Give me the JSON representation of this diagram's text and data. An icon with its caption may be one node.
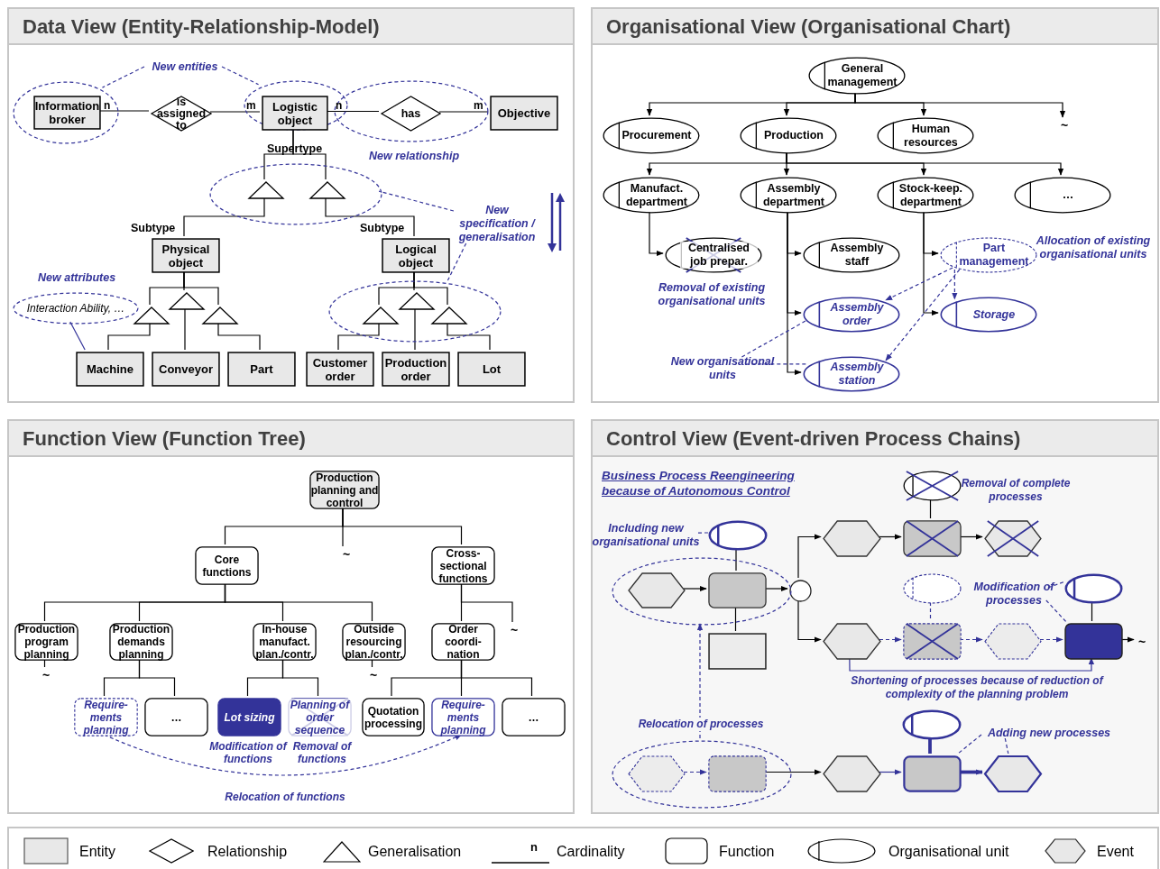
{
  "diagram": {
    "nodes": [
      {
        "text": [
          "Data View (Entity-Relationship-Model)"
        ]
      },
      {
        "text": [
          "Organisational View (Organisational Chart)"
        ]
      },
      {
        "text": [
          "Function View (Function Tree)"
        ]
      },
      {
        "text": [
          "Control View (Event-driven Process Chains)"
        ]
      },
      {
        "text": [
          "Information broker"
        ],
        "in": 27
      },
      {
        "text": [
          "is assigned to"
        ],
        "in": 0
      },
      {
        "text": [
          "Logistic object"
        ],
        "in": 28
      },
      {
        "text": [
          "has"
        ],
        "in": 29
      },
      {
        "text": [
          "Objective"
        ],
        "in": 0
      },
      {
        "text": [],
        "shape": "triangle",
        "in": 30
      },
      {
        "text": [],
        "shape": "triangle",
        "in": 30
      },
      {
        "text": [
          "Physical object"
        ],
        "in": 0
      },
      {
        "text": [
          "Logical object"
        ],
        "in": 0
      },
      {
        "text": [],
        "shape": "triangle",
        "in": 0
      },
      {
        "text": [],
        "shape": "triangle",
        "in": 0
      },
      {
        "text": [],
        "shape": "triangle",
        "in": 0
      },
      {
        "text": [
          "Machine"
        ],
        "in": 0
      },
      {
        "text": [
          "Conveyor"
        ],
        "in": 0
      },
      {
        "text": [
          "Part"
        ],
        "in": 0
      },
      {
        "text": [],
        "shape": "triangle",
        "in": 31
      },
      {
        "text": [],
        "shape": "triangle",
        "in": 31
      },
      {
        "text": [],
        "shape": "triangle",
        "in": 31
      },
      {
        "text": [
          "Customer order"
        ],
        "in": 0
      },
      {
        "text": [
          "Production order"
        ],
        "in": 0
      },
      {
        "text": [
          "Lot"
        ],
        "in": 0
      },
      {
        "text": [
          "Interaction Ability, …"
        ],
        "in": 0
      },
      {
        "text": [
          "New entities"
        ],
        "in": 0
      },
      {
        "text": [],
        "shape": "ellipse",
        "in": 0
      },
      {
        "text": [],
        "shape": "ellipse",
        "in": 0
      },
      {
        "text": [],
        "shape": "ellipse",
        "in": 0
      },
      {
        "text": [],
        "shape": "ellipse",
        "in": 0
      },
      {
        "text": [],
        "shape": "ellipse",
        "in": 0
      },
      {
        "text": [
          "New specification / generalisation"
        ],
        "in": 0
      },
      {
        "text": [
          "General management"
        ],
        "in": 1
      },
      {
        "text": [
          "Procurement"
        ],
        "in": 1
      },
      {
        "text": [
          "Production"
        ],
        "in": 1
      },
      {
        "text": [
          "Human resources"
        ],
        "in": 1
      },
      {
        "text": [
          "~"
        ],
        "in": 1
      },
      {
        "text": [
          "Manufact. department"
        ],
        "in": 1
      },
      {
        "text": [
          "Assembly department"
        ],
        "in": 1
      },
      {
        "text": [
          "Stock-keep. department"
        ],
        "in": 1
      },
      {
        "text": [
          "…"
        ],
        "in": 1
      },
      {
        "text": [
          "Centralised job prepar."
        ],
        "in": 1
      },
      {
        "text": [
          "Assembly staff"
        ],
        "in": 1
      },
      {
        "text": [
          "Part management"
        ],
        "in": 1
      },
      {
        "text": [
          "Assembly order"
        ],
        "in": 1
      },
      {
        "text": [
          "Storage"
        ],
        "in": 1
      },
      {
        "text": [
          "Assembly station"
        ],
        "in": 1
      },
      {
        "text": [
          "New organisational units"
        ],
        "in": 1
      },
      {
        "text": [
          "Production planning and control"
        ],
        "in": 2
      },
      {
        "text": [
          "Core functions"
        ],
        "in": 2
      },
      {
        "text": [
          "~"
        ],
        "in": 2
      },
      {
        "text": [
          "Cross-sectional functions"
        ],
        "in": 2
      },
      {
        "text": [
          "Production program planning"
        ],
        "in": 2
      },
      {
        "text": [
          "Production demands planning"
        ],
        "in": 2
      },
      {
        "text": [
          "In-house manufact. plan./contr."
        ],
        "in": 2
      },
      {
        "text": [
          "Outside resourcing plan./contr."
        ],
        "in": 2
      },
      {
        "text": [
          "Order coordi-nation"
        ],
        "in": 2
      },
      {
        "text": [
          "~"
        ],
        "in": 2
      },
      {
        "text": [
          "~"
        ],
        "in": 2
      },
      {
        "text": [
          "~"
        ],
        "in": 2
      },
      {
        "text": [
          "Require-ments planning"
        ],
        "in": 2
      },
      {
        "text": [
          "…"
        ],
        "in": 2
      },
      {
        "text": [
          "Lot sizing"
        ],
        "in": 2
      },
      {
        "text": [
          "Planning of order sequence"
        ],
        "in": 2
      },
      {
        "text": [
          "Quotation processing"
        ],
        "in": 2
      },
      {
        "text": [
          "Require-ments planning"
        ],
        "in": 2
      },
      {
        "text": [
          "…"
        ],
        "in": 2
      },
      {
        "text": [],
        "shape": "ellipse",
        "in": 3
      },
      {
        "text": [],
        "shape": "hexagon",
        "in": 90
      },
      {
        "text": [],
        "shape": "box",
        "in": 90
      },
      {
        "text": [],
        "shape": "box",
        "in": 3
      },
      {
        "text": [],
        "shape": "circle",
        "in": 3
      },
      {
        "text": [],
        "shape": "hexagon",
        "in": 3
      },
      {
        "text": [],
        "shape": "ellipse",
        "in": 3
      },
      {
        "text": [],
        "shape": "box",
        "in": 3
      },
      {
        "text": [],
        "shape": "hexagon",
        "in": 3
      },
      {
        "text": [],
        "shape": "hexagon",
        "in": 3
      },
      {
        "text": [],
        "shape": "ellipse",
        "in": 3
      },
      {
        "text": [],
        "shape": "box",
        "in": 3
      },
      {
        "text": [],
        "shape": "hexagon",
        "in": 3
      },
      {
        "text": [],
        "shape": "ellipse",
        "in": 3
      },
      {
        "text": [],
        "shape": "box",
        "in": 3
      },
      {
        "text": [
          "~"
        ],
        "in": 3
      },
      {
        "text": [],
        "shape": "hexagon",
        "in": 91
      },
      {
        "text": [],
        "shape": "box",
        "in": 91
      },
      {
        "text": [],
        "shape": "hexagon",
        "in": 3
      },
      {
        "text": [],
        "shape": "ellipse",
        "in": 3
      },
      {
        "text": [],
        "shape": "box",
        "in": 3
      },
      {
        "text": [],
        "shape": "hexagon",
        "in": 3
      },
      {
        "text": [],
        "shape": "ellipse",
        "in": 3
      },
      {
        "text": [],
        "shape": "ellipse",
        "in": 3
      },
      {
        "text": [
          "Including new organisational units"
        ],
        "in": 3
      },
      {
        "text": [
          "Modification of processes"
        ],
        "in": 3
      },
      {
        "text": [
          "Adding new processes"
        ],
        "in": 3
      }
    ],
    "edges": [
      {
        "from": 4,
        "to": 5,
        "arrow": "none"
      },
      {
        "from": 5,
        "to": 6,
        "arrow": "none"
      },
      {
        "from": 6,
        "to": 7,
        "arrow": "none"
      },
      {
        "from": 7,
        "to": 8,
        "arrow": "none"
      },
      {
        "from": 6,
        "to": 9,
        "arrow": "none"
      },
      {
        "from": 6,
        "to": 10,
        "arrow": "none"
      },
      {
        "from": 9,
        "to": 11,
        "arrow": "none"
      },
      {
        "from": 10,
        "to": 12,
        "arrow": "none"
      },
      {
        "from": 11,
        "to": 13,
        "arrow": "none"
      },
      {
        "from": 11,
        "to": 14,
        "arrow": "none"
      },
      {
        "from": 11,
        "to": 15,
        "arrow": "none"
      },
      {
        "from": 13,
        "to": 16,
        "arrow": "none"
      },
      {
        "from": 14,
        "to": 17,
        "arrow": "none"
      },
      {
        "from": 15,
        "to": 18,
        "arrow": "none"
      },
      {
        "from": 12,
        "to": 19,
        "arrow": "none"
      },
      {
        "from": 12,
        "to": 20,
        "arrow": "none"
      },
      {
        "from": 12,
        "to": 21,
        "arrow": "none"
      },
      {
        "from": 19,
        "to": 22,
        "arrow": "none"
      },
      {
        "from": 20,
        "to": 23,
        "arrow": "none"
      },
      {
        "from": 21,
        "to": 24,
        "arrow": "none"
      },
      {
        "from": 25,
        "to": 16,
        "arrow": "none",
        "color": "#333399"
      },
      {
        "from": 26,
        "to": 27,
        "arrow": "none",
        "style": "dashed",
        "color": "#333399"
      },
      {
        "from": 26,
        "to": 28,
        "arrow": "none",
        "style": "dashed",
        "color": "#333399"
      },
      {
        "from": 32,
        "to": 30,
        "arrow": "none",
        "style": "dashed",
        "color": "#333399"
      },
      {
        "from": 32,
        "to": 31,
        "arrow": "none",
        "style": "dashed",
        "color": "#333399"
      },
      {
        "from": 33,
        "to": 34,
        "arrow": "to"
      },
      {
        "from": 33,
        "to": 35,
        "arrow": "to"
      },
      {
        "from": 33,
        "to": 36,
        "arrow": "to"
      },
      {
        "from": 33,
        "to": 37,
        "arrow": "to"
      },
      {
        "from": 35,
        "to": 38,
        "arrow": "to"
      },
      {
        "from": 35,
        "to": 39,
        "arrow": "to"
      },
      {
        "from": 35,
        "to": 40,
        "arrow": "to"
      },
      {
        "from": 35,
        "to": 41,
        "arrow": "to"
      },
      {
        "from": 38,
        "to": 42,
        "arrow": "to"
      },
      {
        "from": 39,
        "to": 43,
        "arrow": "to"
      },
      {
        "from": 39,
        "to": 45,
        "arrow": "to"
      },
      {
        "from": 39,
        "to": 47,
        "arrow": "to"
      },
      {
        "from": 40,
        "to": 44,
        "arrow": "to"
      },
      {
        "from": 40,
        "to": 46,
        "arrow": "to"
      },
      {
        "from": 44,
        "to": 45,
        "arrow": "to",
        "style": "dashed",
        "color": "#333399"
      },
      {
        "from": 44,
        "to": 46,
        "arrow": "to",
        "style": "dashed",
        "color": "#333399"
      },
      {
        "from": 44,
        "to": 47,
        "arrow": "to",
        "style": "dashed",
        "color": "#333399"
      },
      {
        "from": 48,
        "to": 45,
        "arrow": "none",
        "style": "dashed",
        "color": "#333399"
      },
      {
        "from": 48,
        "to": 47,
        "arrow": "none",
        "style": "dashed",
        "color": "#333399"
      },
      {
        "from": 49,
        "to": 50,
        "arrow": "none"
      },
      {
        "from": 49,
        "to": 51,
        "arrow": "none"
      },
      {
        "from": 49,
        "to": 52,
        "arrow": "none"
      },
      {
        "from": 50,
        "to": 53,
        "arrow": "none"
      },
      {
        "from": 50,
        "to": 54,
        "arrow": "none"
      },
      {
        "from": 50,
        "to": 55,
        "arrow": "none"
      },
      {
        "from": 50,
        "to": 56,
        "arrow": "none"
      },
      {
        "from": 52,
        "to": 57,
        "arrow": "none"
      },
      {
        "from": 52,
        "to": 58,
        "arrow": "none"
      },
      {
        "from": 53,
        "to": 59,
        "arrow": "none"
      },
      {
        "from": 56,
        "to": 60,
        "arrow": "none"
      },
      {
        "from": 54,
        "to": 61,
        "arrow": "none"
      },
      {
        "from": 54,
        "to": 62,
        "arrow": "none"
      },
      {
        "from": 55,
        "to": 63,
        "arrow": "none"
      },
      {
        "from": 55,
        "to": 64,
        "arrow": "none"
      },
      {
        "from": 57,
        "to": 65,
        "arrow": "none"
      },
      {
        "from": 57,
        "to": 66,
        "arrow": "none"
      },
      {
        "from": 57,
        "to": 67,
        "arrow": "none"
      },
      {
        "from": 61,
        "to": 66,
        "arrow": "to",
        "style": "dashed",
        "color": "#333399"
      },
      {
        "from": 68,
        "to": 70,
        "arrow": "none"
      },
      {
        "from": 69,
        "to": 70,
        "arrow": "to"
      },
      {
        "from": 70,
        "to": 71,
        "arrow": "none"
      },
      {
        "from": 70,
        "to": 72,
        "arrow": "to"
      },
      {
        "from": 72,
        "to": 73,
        "arrow": "to"
      },
      {
        "from": 72,
        "to": 77,
        "arrow": "to"
      },
      {
        "from": 73,
        "to": 75,
        "arrow": "to"
      },
      {
        "from": 74,
        "to": 75,
        "arrow": "none"
      },
      {
        "from": 75,
        "to": 76,
        "arrow": "to"
      },
      {
        "from": 77,
        "to": 79,
        "arrow": "to",
        "style": "dashed",
        "color": "#333399"
      },
      {
        "from": 78,
        "to": 79,
        "arrow": "none",
        "style": "dashed",
        "color": "#333399"
      },
      {
        "from": 79,
        "to": 80,
        "arrow": "to",
        "style": "dashed",
        "color": "#333399"
      },
      {
        "from": 80,
        "to": 82,
        "arrow": "to",
        "style": "dashed",
        "color": "#333399"
      },
      {
        "from": 81,
        "to": 82,
        "arrow": "none"
      },
      {
        "from": 82,
        "to": 83,
        "arrow": "to"
      },
      {
        "from": 77,
        "to": 82,
        "arrow": "to",
        "color": "#333399",
        "label": "Shortening of processes because of reduction of complexity of the planning problem"
      },
      {
        "from": 84,
        "to": 85,
        "arrow": "to",
        "style": "dashed",
        "color": "#333399"
      },
      {
        "from": 85,
        "to": 86,
        "arrow": "to"
      },
      {
        "from": 86,
        "to": 88,
        "arrow": "to",
        "color": "#333399"
      },
      {
        "from": 88,
        "to": 89,
        "arrow": "to",
        "style": "thick",
        "color": "#333399"
      },
      {
        "from": 87,
        "to": 88,
        "arrow": "none",
        "style": "thick",
        "color": "#333399"
      },
      {
        "from": 91,
        "to": 90,
        "arrow": "to",
        "style": "dashed",
        "color": "#333399",
        "label": "Relocation of processes"
      },
      {
        "from": 92,
        "to": 68,
        "arrow": "none",
        "style": "dashed",
        "color": "#333399"
      },
      {
        "from": 93,
        "to": 81,
        "arrow": "none",
        "style": "dashed",
        "color": "#333399"
      },
      {
        "from": 93,
        "to": 82,
        "arrow": "none",
        "style": "dashed",
        "color": "#333399"
      },
      {
        "from": 94,
        "to": 88,
        "arrow": "none",
        "style": "dashed",
        "color": "#333399"
      },
      {
        "from": 94,
        "to": 89,
        "arrow": "none",
        "style": "dashed",
        "color": "#333399"
      }
    ],
    "labels": [
      "n",
      "m",
      "n",
      "m",
      "Supertype",
      "New relationship",
      "Subtype",
      "Subtype",
      "New attributes",
      "Removal of existing organisational units",
      "Allocation of existing organisational units",
      "Modification of functions",
      "Removal of functions",
      "Relocation of functions",
      "Business Process Reengineering because of Autonomous Control",
      "Removal of complete processes",
      "n"
    ],
    "legend": [
      {
        "text": "Entity"
      },
      {
        "text": "Relationship"
      },
      {
        "text": "Generalisation"
      },
      {
        "text": "Cardinality"
      },
      {
        "text": "Function"
      },
      {
        "text": "Organisational unit"
      },
      {
        "text": "Event"
      }
    ]
  }
}
